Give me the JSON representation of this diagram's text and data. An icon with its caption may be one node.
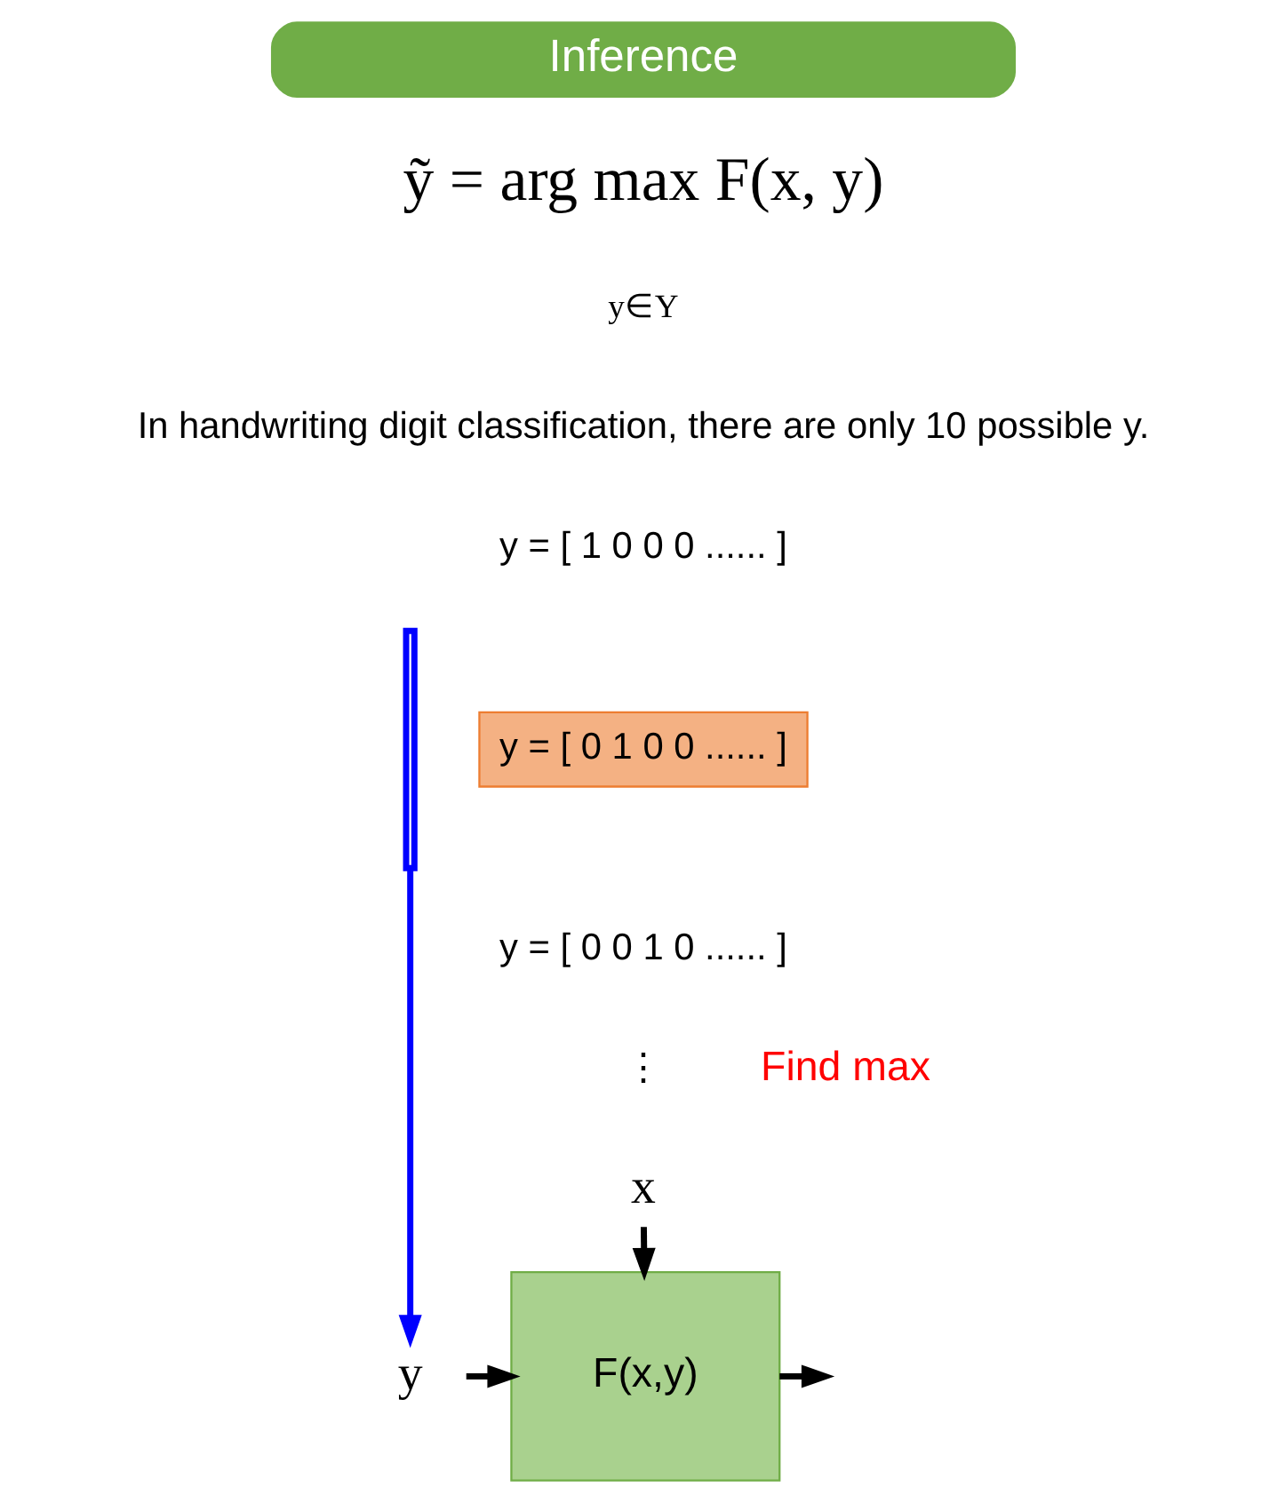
{
  "diagram": {
    "nodes": [
      {
        "text": [
          "Inference"
        ]
      },
      {
        "text": [],
        "shape": "brace"
      },
      {
        "text": [
          "y = [ 0 1 0 0 ...... ]"
        ]
      },
      {
        "text": [
          "x"
        ]
      },
      {
        "text": [
          "y"
        ]
      },
      {
        "text": [
          "F(x,y)"
        ]
      }
    ],
    "edges": [
      {
        "from": 1,
        "to": 4,
        "arrow": "to",
        "color": "#0000ff"
      },
      {
        "from": 3,
        "to": 5,
        "arrow": "to"
      },
      {
        "from": 4,
        "to": 5,
        "arrow": "to"
      },
      {
        "from": 5,
        "to": null,
        "arrow": "to"
      }
    ],
    "labels": [
      "ỹ = arg max F(x, y)",
      "y∈Y",
      "In handwriting digit classification, there are only 10 possible y.",
      "y = [ 1 0 0 0 ...... ]",
      "y = [ 0 0 1 0 ...... ]",
      "⋮",
      "Find max"
    ]
  }
}
